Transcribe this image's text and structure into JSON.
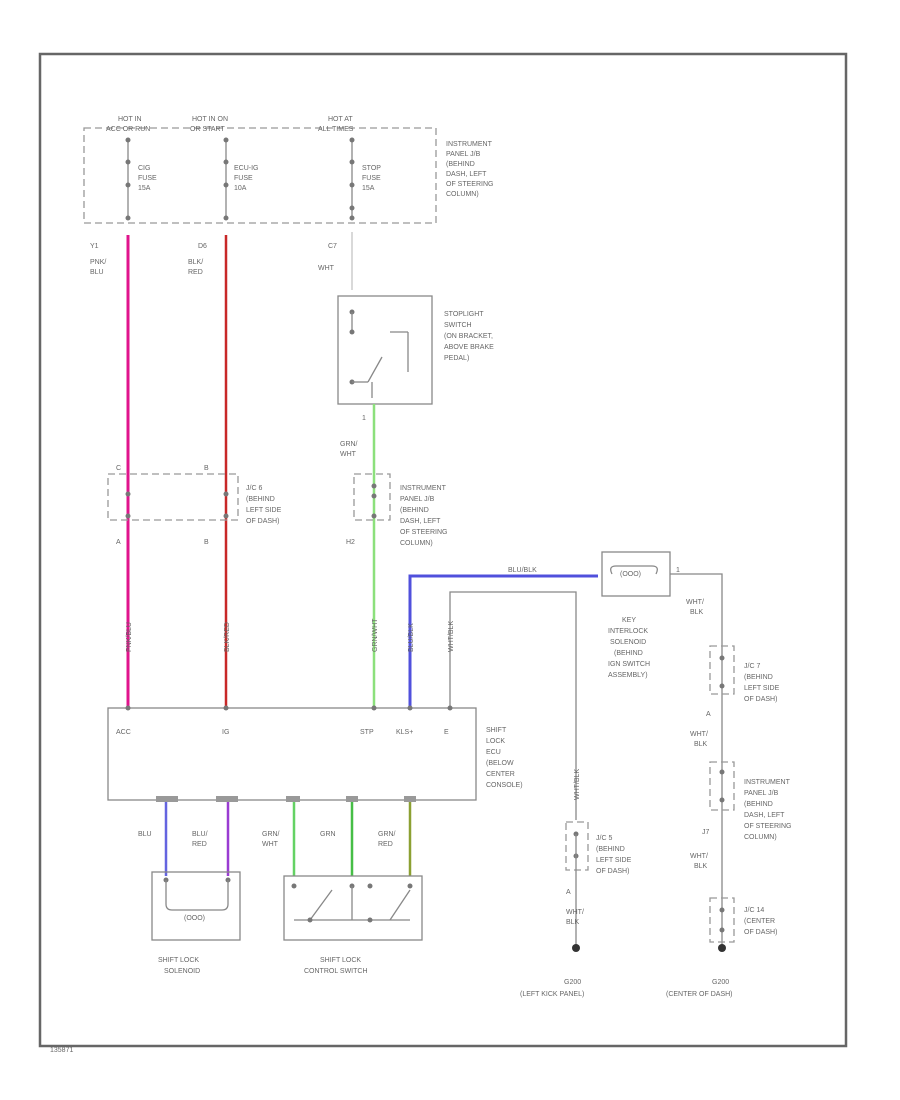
{
  "fuse_box": {
    "hot_labels": [
      "HOT IN",
      "HOT IN ON",
      "HOT AT"
    ],
    "hot_sublabels": [
      "ACC OR RUN",
      "OR START",
      "ALL TIMES"
    ],
    "fuses": [
      {
        "name": "CIG",
        "rating": "15A"
      },
      {
        "name": "ECU-IG",
        "rating": "10A"
      },
      {
        "name": "STOP",
        "rating": "15A"
      }
    ],
    "location": [
      "INSTRUMENT",
      "PANEL J/B",
      "(BEHIND",
      "DASH, LEFT",
      "OF STEERING",
      "COLUMN)"
    ]
  },
  "wires_top": [
    {
      "pin": "Y1",
      "color": [
        "PNK/",
        "BLU"
      ],
      "hex": "#e0148c"
    },
    {
      "pin": "D6",
      "color": [
        "BLK/",
        "RED"
      ],
      "hex": "#c82828"
    },
    {
      "pin": "C7",
      "color": [
        "WHT"
      ],
      "hex": "#cccccc"
    }
  ],
  "stoplight_switch": {
    "label": [
      "STOPLIGHT",
      "SWITCH",
      "(ON BRACKET,",
      "ABOVE BRAKE",
      "PEDAL)"
    ],
    "pin_bottom": "1",
    "out_color": [
      "GRN/",
      "WHT"
    ]
  },
  "jc6": {
    "pins_top": [
      "C",
      "B"
    ],
    "pins_bottom": [
      "A",
      "B"
    ],
    "label": [
      "J/C 6",
      "(BEHIND",
      "LEFT SIDE",
      "OF DASH)"
    ]
  },
  "ipjb2": {
    "pin_bottom": "H2",
    "label": [
      "INSTRUMENT",
      "PANEL J/B",
      "(BEHIND",
      "DASH, LEFT",
      "OF STEERING",
      "COLUMN)"
    ]
  },
  "key_interlock": {
    "wire_label": "BLU/BLK",
    "pin": "1",
    "label": [
      "KEY",
      "INTERLOCK",
      "SOLENOID",
      "(BEHIND",
      "IGN SWITCH",
      "ASSEMBLY)"
    ],
    "out_color": [
      "WHT/",
      "BLK"
    ]
  },
  "vertical_wire_labels": [
    "PNK/BLU",
    "BLK/RED",
    "GRN/WHT",
    "BLU/BLK",
    "WHT/BLK"
  ],
  "shift_lock_ecu": {
    "pins": [
      "ACC",
      "IG",
      "STP",
      "KLS+",
      "E"
    ],
    "label": [
      "SHIFT",
      "LOCK",
      "ECU",
      "(BELOW",
      "CENTER",
      "CONSOLE)"
    ]
  },
  "bottom_wires": [
    {
      "color": [
        "BLU"
      ],
      "hex": "#6464e0"
    },
    {
      "color": [
        "BLU/",
        "RED"
      ],
      "hex": "#9a3cd2"
    },
    {
      "color": [
        "GRN/",
        "WHT"
      ],
      "hex": "#64d264"
    },
    {
      "color": [
        "GRN"
      ],
      "hex": "#46be46"
    },
    {
      "color": [
        "GRN/",
        "RED"
      ],
      "hex": "#8ca032"
    }
  ],
  "shift_lock_solenoid": {
    "label": [
      "SHIFT LOCK",
      "SOLENOID"
    ]
  },
  "shift_lock_control_switch": {
    "label": [
      "SHIFT LOCK",
      "CONTROL SWITCH"
    ]
  },
  "jc5": {
    "label": [
      "J/C 5",
      "(BEHIND",
      "LEFT SIDE",
      "OF DASH)"
    ],
    "pin": "A",
    "wire": [
      "WHT/",
      "BLK"
    ],
    "vert_wire": "WHT/BLK"
  },
  "ground_left": {
    "name": "G200",
    "location": "(LEFT KICK PANEL)"
  },
  "jc7": {
    "label": [
      "J/C 7",
      "(BEHIND",
      "LEFT SIDE",
      "OF DASH)"
    ],
    "pin": "A",
    "wire": [
      "WHT/",
      "BLK"
    ],
    "top_wire": [
      "WHT/",
      "BLK"
    ]
  },
  "ipjb3": {
    "label": [
      "INSTRUMENT",
      "PANEL J/B",
      "(BEHIND",
      "DASH, LEFT",
      "OF STEERING",
      "COLUMN)"
    ],
    "pin": "J7",
    "wire": [
      "WHT/",
      "BLK"
    ]
  },
  "jc14": {
    "label": [
      "J/C 14",
      "(CENTER",
      "OF DASH)"
    ]
  },
  "ground_right": {
    "name": "G200",
    "location": "(CENTER OF DASH)"
  },
  "footer_code": "135871"
}
